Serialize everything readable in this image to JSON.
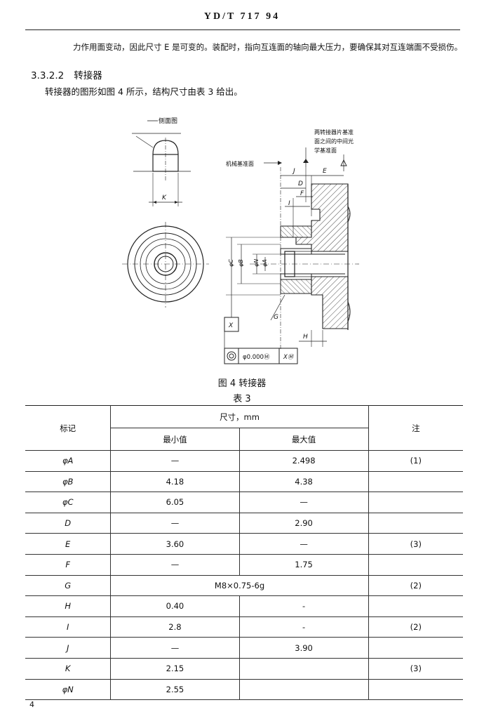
{
  "header": {
    "title": "YD/T 717  94"
  },
  "paragraph1": "力作用面变动，因此尺寸 E 是可变的。装配时，指向互连面的轴向最大压力，要确保其对互连端面不受损伤。",
  "section": {
    "number": "3.3.2.2",
    "title": "转接器"
  },
  "paragraph2": "转接器的图形如图 4 所示，结构尺寸由表 3 给出。",
  "figure": {
    "labels": {
      "section_view": "侧面图",
      "datum_face": "机械基准面",
      "ref_plane_l1": "两转接器片基准",
      "ref_plane_l2": "面之间的中间光",
      "ref_plane_l3": "学基准面",
      "dim_j": "J",
      "dim_e": "E",
      "dim_d": "D",
      "dim_f": "F",
      "dim_i": "I",
      "dim_k": "K",
      "dim_c": "φC",
      "dim_b": "φB",
      "dim_n": "φN",
      "dim_a": "φA",
      "dim_g": "G",
      "dim_h": "H",
      "datum_x": "X",
      "tol_value": "φ0.000Ⓜ",
      "tol_ref": "XⓂ"
    },
    "caption": "图 4   转接器"
  },
  "table": {
    "caption": "表 3",
    "headers": {
      "label": "标记",
      "size": "尺寸，mm",
      "min": "最小值",
      "max": "最大值",
      "note": "注"
    },
    "rows": [
      {
        "label": "φA",
        "min": "—",
        "max": "2.498",
        "note": "(1)"
      },
      {
        "label": "φB",
        "min": "4.18",
        "max": "4.38",
        "note": ""
      },
      {
        "label": "φC",
        "min": "6.05",
        "max": "—",
        "note": ""
      },
      {
        "label": "D",
        "min": "—",
        "max": "2.90",
        "note": ""
      },
      {
        "label": "E",
        "min": "3.60",
        "max": "—",
        "note": "(3)"
      },
      {
        "label": "F",
        "min": "—",
        "max": "1.75",
        "note": ""
      },
      {
        "label": "G",
        "span": "M8×0.75-6g",
        "note": "(2)"
      },
      {
        "label": "H",
        "min": "0.40",
        "max": "-",
        "note": ""
      },
      {
        "label": "I",
        "min": "2.8",
        "max": "-",
        "note": "(2)"
      },
      {
        "label": "J",
        "min": "—",
        "max": "3.90",
        "note": ""
      },
      {
        "label": "K",
        "min": "2.15",
        "max": "",
        "note": "(3)"
      },
      {
        "label": "φN",
        "min": "2.55",
        "max": "",
        "note": ""
      }
    ]
  },
  "page_number": "4"
}
